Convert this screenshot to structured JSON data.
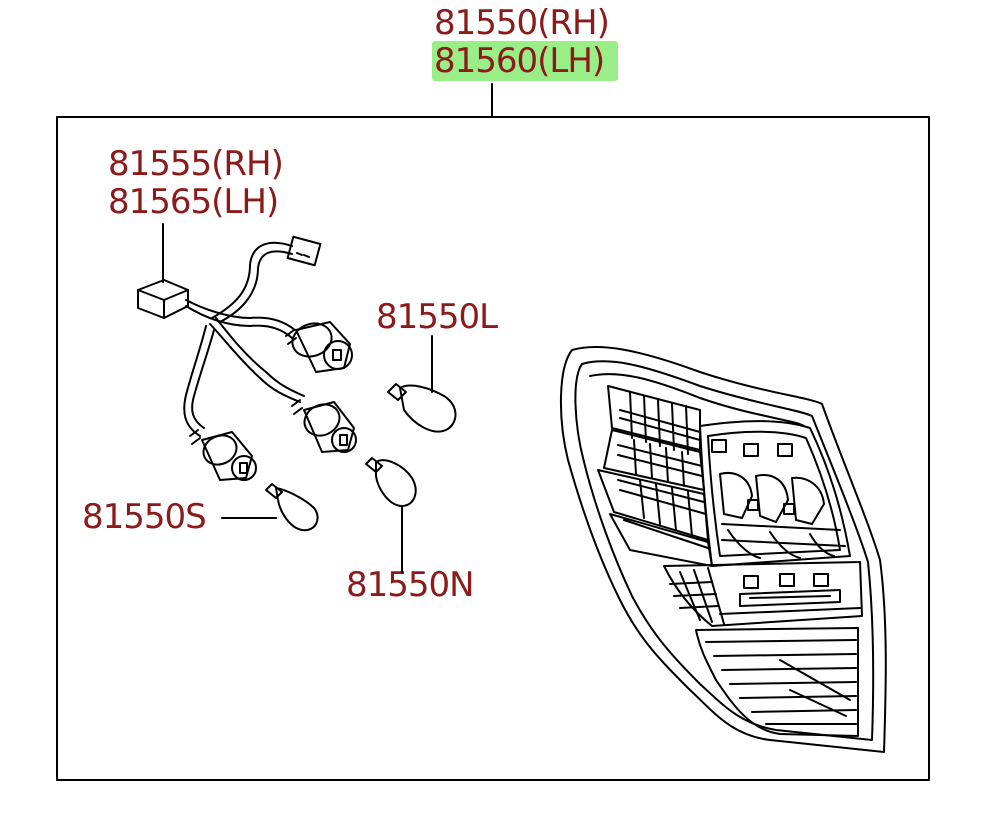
{
  "assembly": {
    "part_rh": "81550(RH)",
    "part_lh": "81560(LH)",
    "highlight_color": "#99ee88"
  },
  "harness": {
    "part_rh": "81555(RH)",
    "part_lh": "81565(LH)"
  },
  "bulbs": {
    "large_top": "81550L",
    "small_left": "81550S",
    "bottom": "81550N"
  },
  "colors": {
    "label": "#8b1a1a",
    "line": "#000000"
  }
}
